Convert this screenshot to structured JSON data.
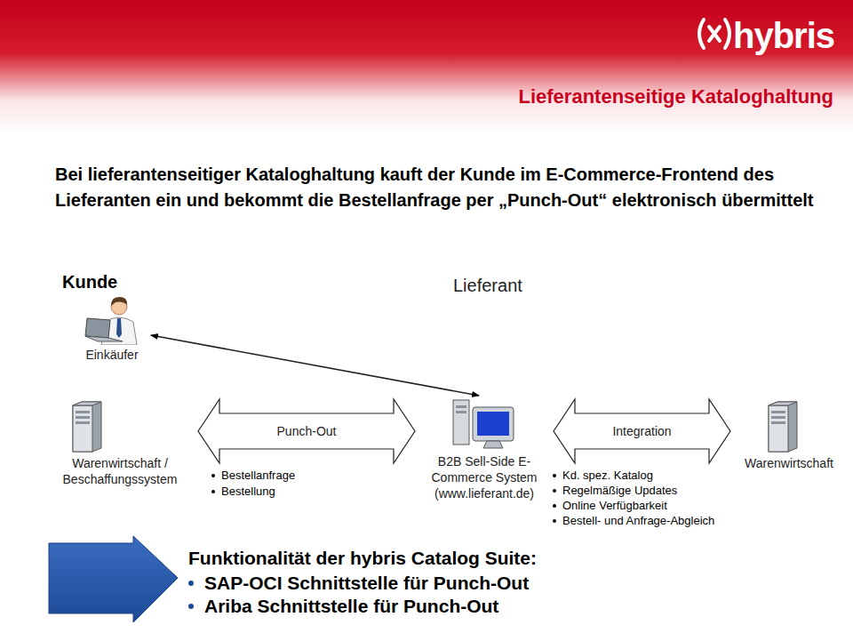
{
  "diagram": {
    "title": "Lieferantenseitige Kataloghaltung",
    "nodes": [
      {
        "text": [
          "Einkäufer"
        ]
      },
      {
        "text": [
          "Warenwirtschaft / Beschaffungssystem"
        ]
      },
      {
        "text": [
          "B2B Sell-Side E-Commerce System (www.lieferant.de)"
        ]
      },
      {
        "text": [
          "Warenwirtschaft"
        ]
      }
    ],
    "edges": [
      {
        "from": 0,
        "to": 2,
        "arrow": "both"
      },
      {
        "from": 1,
        "to": 2,
        "label": "Punch-Out",
        "arrow": "both"
      },
      {
        "from": 2,
        "to": 3,
        "label": "Integration",
        "arrow": "both"
      }
    ],
    "labels": [
      "hybris",
      "Bei lieferantenseitiger Kataloghaltung kauft der Kunde im E-Commerce-Frontend des Lieferanten ein und bekommt die Bestellanfrage per „Punch-Out“ elektronisch übermittelt",
      "Kunde",
      "Lieferant",
      "Bestellanfrage",
      "Bestellung",
      "Kd. spez. Katalog",
      "Regelmäßige Updates",
      "Online Verfügbarkeit",
      "Bestell- und Anfrage-Abgleich",
      "Funktionalität der hybris Catalog Suite:",
      "SAP-OCI Schnittstelle für Punch-Out",
      "Ariba Schnittstelle für Punch-Out"
    ]
  }
}
